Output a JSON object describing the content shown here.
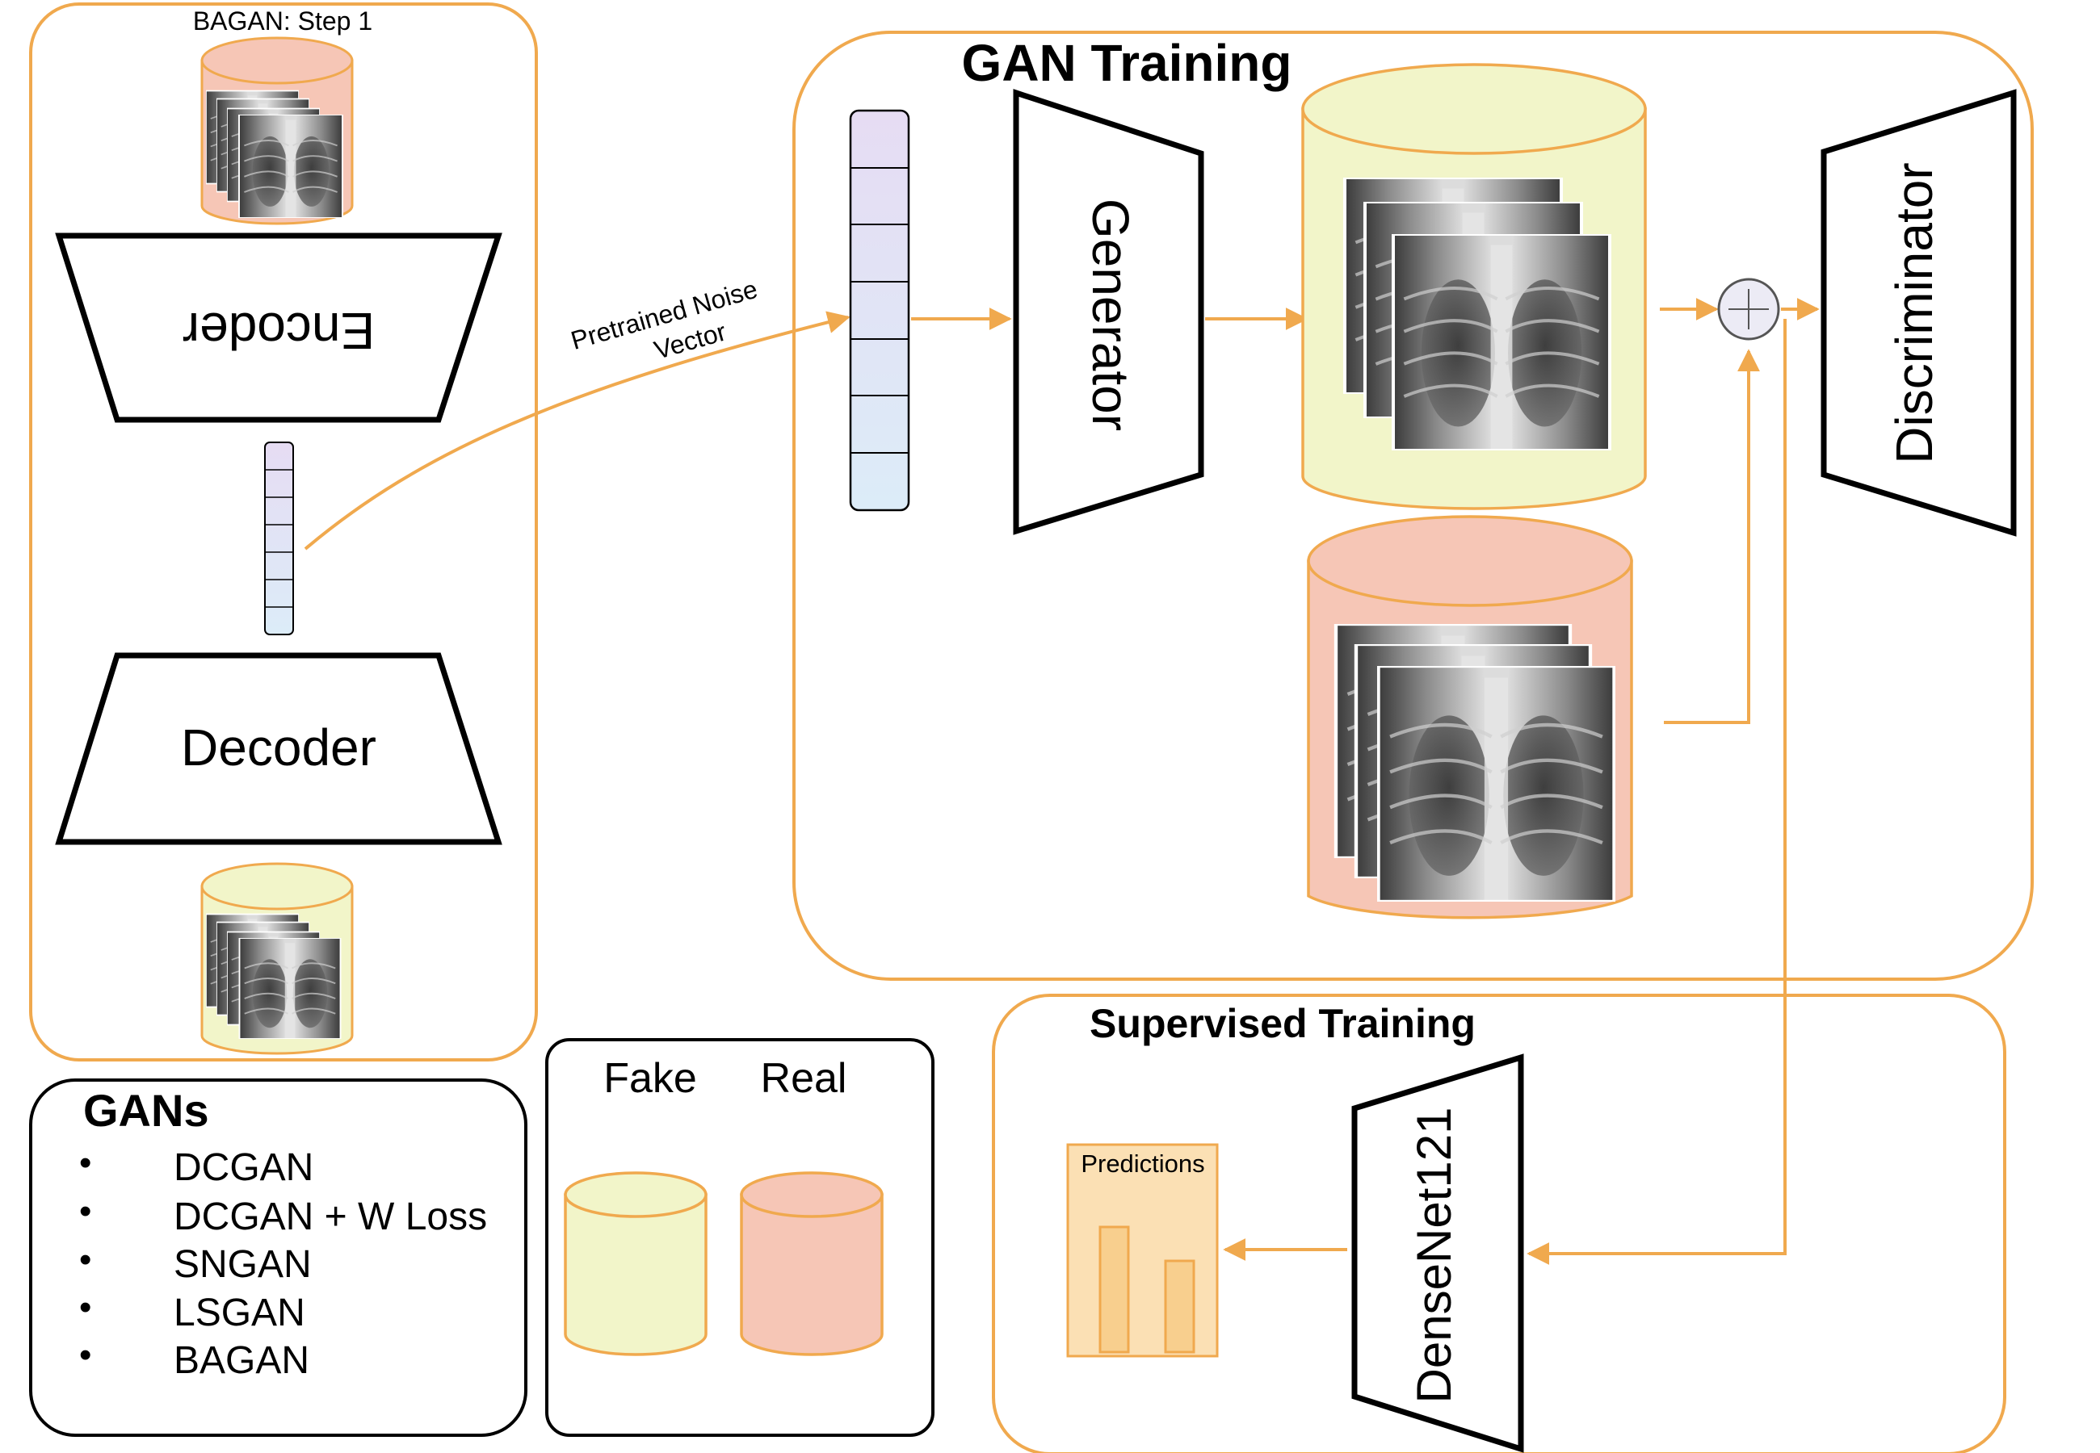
{
  "panels": {
    "bagan_step1": {
      "title": "BAGAN: Step 1"
    },
    "gan_training": {
      "title": "GAN Training"
    },
    "supervised_training": {
      "title": "Supervised Training"
    },
    "gans_list": {
      "title": "GANs",
      "items": [
        "DCGAN",
        "DCGAN + W Loss",
        "SNGAN",
        "LSGAN",
        "BAGAN"
      ],
      "bullet": "•"
    },
    "legend": {
      "fake_label": "Fake",
      "real_label": "Real"
    }
  },
  "blocks": {
    "encoder": "Encoder",
    "decoder": "Decoder",
    "generator": "Generator",
    "discriminator": "Discriminator",
    "densenet": "DenseNet121",
    "predictions": "Predictions"
  },
  "arrows": {
    "noise_line1": "Pretrained Noise",
    "noise_line2": "Vector",
    "combine_symbol": "+"
  },
  "colors": {
    "panel_border": "#f0a94e",
    "arrow": "#f0a94e",
    "fake_fill": "#f2f5c9",
    "real_fill": "#f6c6b6",
    "cyl_border": "#f0a94e",
    "latent_top": "#e6dcf3",
    "latent_bottom": "#dcecf8",
    "prediction_fill": "#fbe0b4",
    "bar_fill": "#f8cf8e"
  }
}
